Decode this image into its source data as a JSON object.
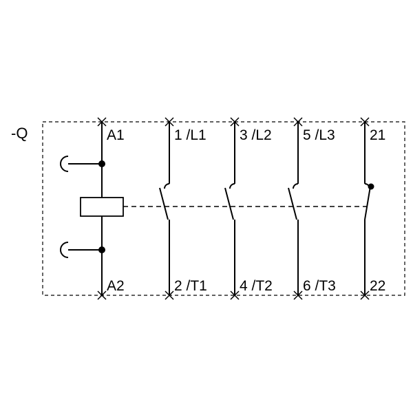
{
  "diagram": {
    "type": "contactor-wiring-schematic",
    "designator": "-Q",
    "columns": [
      {
        "id": "coil",
        "element": "coil",
        "top_label": "A1",
        "bottom_label": "A2"
      },
      {
        "id": "main-pole-1",
        "element": "no-contact",
        "top_label": "1 /L1",
        "bottom_label": "2 /T1"
      },
      {
        "id": "main-pole-2",
        "element": "no-contact",
        "top_label": "3 /L2",
        "bottom_label": "4 /T2"
      },
      {
        "id": "main-pole-3",
        "element": "no-contact",
        "top_label": "5 /L3",
        "bottom_label": "6 /T3"
      },
      {
        "id": "aux-contact",
        "element": "nc-contact",
        "top_label": "21",
        "bottom_label": "22"
      }
    ],
    "colors": {
      "line": "#000000",
      "background": "#ffffff"
    }
  }
}
